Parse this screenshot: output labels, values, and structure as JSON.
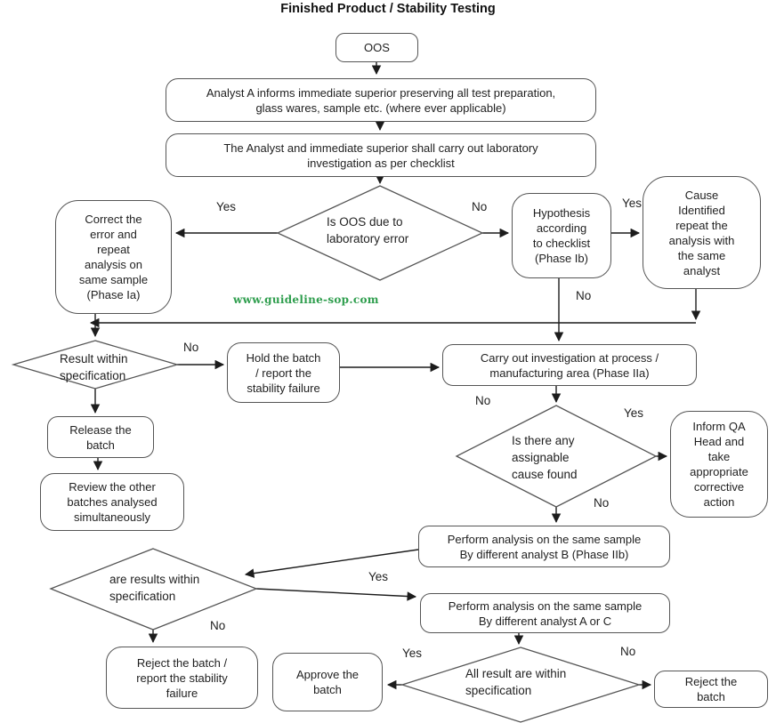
{
  "title": "Finished Product / Stability Testing",
  "watermark": "www.guideline-sop.com",
  "colors": {
    "line": "#1c1c1c",
    "border": "#555555",
    "watermark": "#2f9e4e"
  },
  "nodes": {
    "oos": {
      "label": "OOS"
    },
    "analyst_informs": {
      "label": "Analyst A informs immediate superior preserving all test preparation,\nglass wares, sample etc. (where ever applicable)"
    },
    "lab_investigation": {
      "label": "The Analyst and immediate superior shall carry out laboratory\ninvestigation as per checklist"
    },
    "is_oos_lab_error": {
      "label": "Is OOS due to\nlaboratory error"
    },
    "correct_error": {
      "label": "Correct the\nerror and\nrepeat\nanalysis on\nsame sample\n(Phase Ia)"
    },
    "hypothesis": {
      "label": "Hypothesis\naccording\nto checklist\n(Phase Ib)"
    },
    "cause_identified": {
      "label": "Cause\nIdentified\nrepeat the\nanalysis with\nthe same\nanalyst"
    },
    "result_within_spec": {
      "label": "Result within\nspecification"
    },
    "hold_batch": {
      "label": "Hold the batch\n/ report the\nstability failure"
    },
    "carry_out_investigation": {
      "label": "Carry out investigation at process /\nmanufacturing area (Phase IIa)"
    },
    "release_batch": {
      "label": "Release the\nbatch"
    },
    "review_batches": {
      "label": "Review the other\nbatches analysed\nsimultaneously"
    },
    "assignable_cause": {
      "label": "Is there any\nassignable\ncause found"
    },
    "inform_qa": {
      "label": "Inform QA\nHead and\ntake\nappropriate\ncorrective\naction"
    },
    "analyst_b": {
      "label": "Perform analysis on the same sample\nBy different analyst B  (Phase IIb)"
    },
    "results_within_spec": {
      "label": "are results within\nspecification"
    },
    "analyst_a_or_c": {
      "label": "Perform analysis on the same sample\nBy different analyst A or C"
    },
    "reject_stability": {
      "label": "Reject the batch /\nreport the stability\nfailure"
    },
    "approve_batch": {
      "label": "Approve the\nbatch"
    },
    "all_results_within": {
      "label": "All result are within\nspecification"
    },
    "reject_batch": {
      "label": "Reject the\nbatch"
    }
  },
  "edge_labels": [
    {
      "text": "Yes"
    },
    {
      "text": "No"
    },
    {
      "text": "Yes"
    },
    {
      "text": "No"
    },
    {
      "text": "No"
    },
    {
      "text": "No"
    },
    {
      "text": "Yes"
    },
    {
      "text": "No"
    },
    {
      "text": "Yes"
    },
    {
      "text": "No"
    },
    {
      "text": "Yes"
    },
    {
      "text": "No"
    }
  ]
}
